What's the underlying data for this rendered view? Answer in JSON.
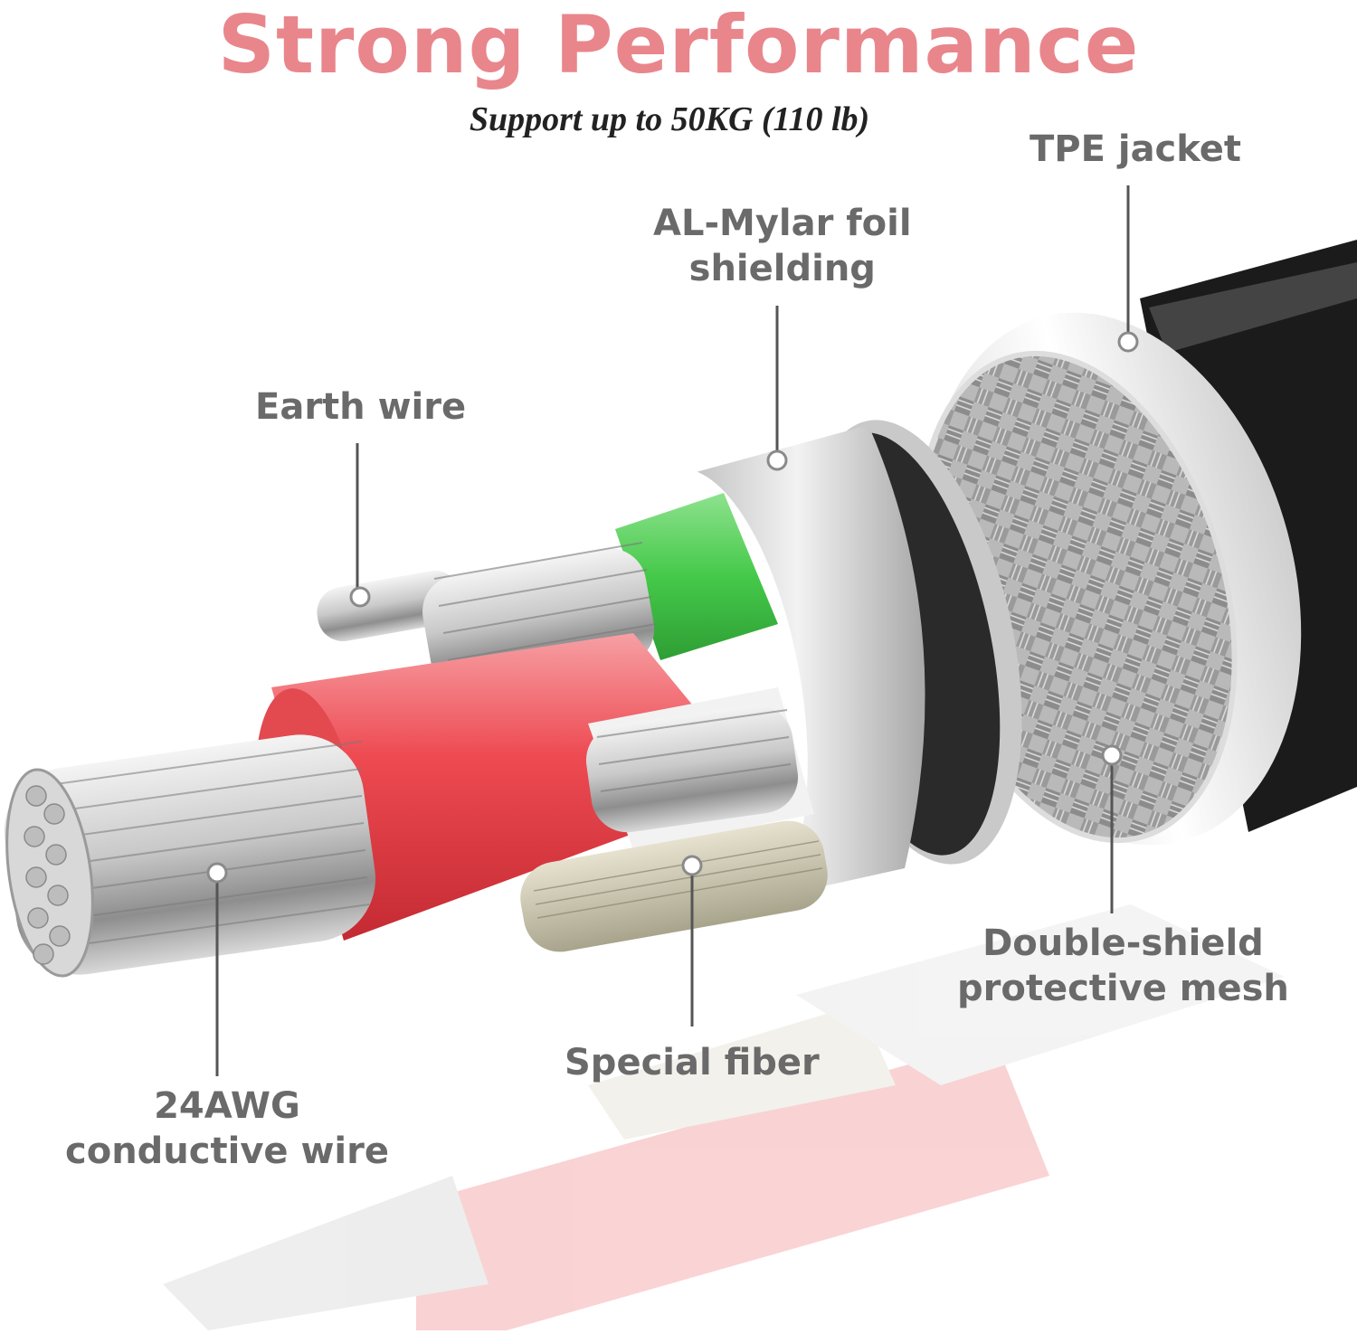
{
  "header": {
    "title": "Strong Performance",
    "subtitle": "Support up to 50KG (110 lb)"
  },
  "callouts": {
    "tpe_jacket": "TPE jacket",
    "al_mylar_line1": "AL-Mylar foil",
    "al_mylar_line2": "shielding",
    "earth_wire": "Earth wire",
    "double_shield_line1": "Double-shield",
    "double_shield_line2": "protective mesh",
    "special_fiber": "Special fiber",
    "awg_line1": "24AWG",
    "awg_line2": "conductive wire"
  },
  "colors": {
    "title": "#e8868c",
    "label": "#6a6a6a",
    "red_insulation": "#e8373f",
    "green_insulation": "#45c94a",
    "jacket": "#1a1a1a"
  }
}
